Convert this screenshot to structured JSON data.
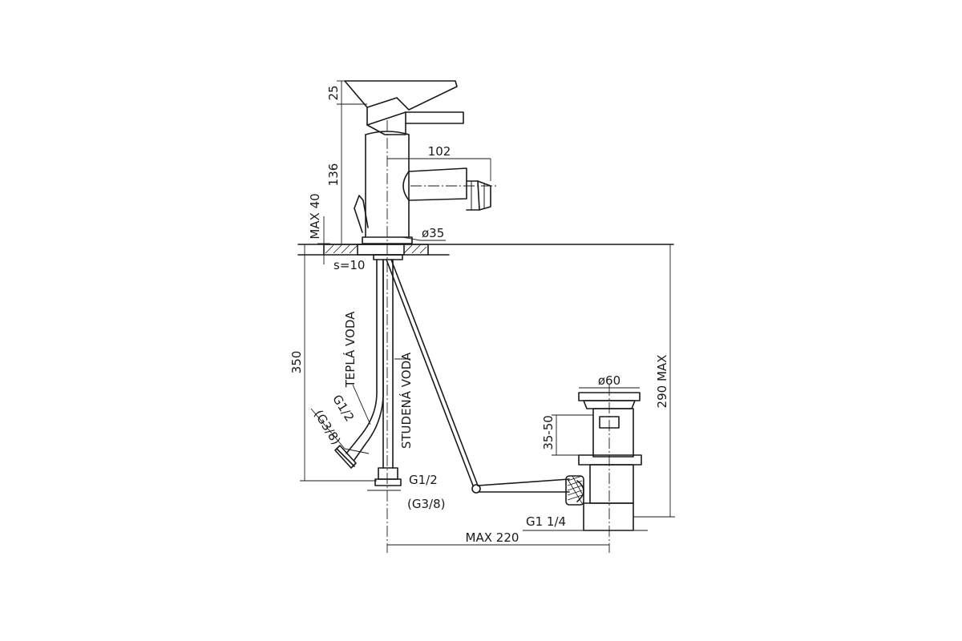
{
  "dimensions": {
    "lever_height": "25",
    "body_height": "136",
    "spout_reach": "102",
    "max_deck": "MAX 40",
    "base_diameter": "ø35",
    "deck_thickness": "s=10",
    "hose_length": "350",
    "pop_up_height": "290 MAX",
    "waste_diameter": "ø60",
    "waste_range": "35-50",
    "hot_thread": "G1/2",
    "hot_thread_alt": "(G3/8)",
    "cold_thread": "G1/2",
    "cold_thread_alt": "(G3/8)",
    "waste_thread": "G1  1/4",
    "max_reach": "MAX 220"
  },
  "labels": {
    "hot_water": "TEPLÁ VODA",
    "cold_water": "STUDENÁ VODA"
  }
}
